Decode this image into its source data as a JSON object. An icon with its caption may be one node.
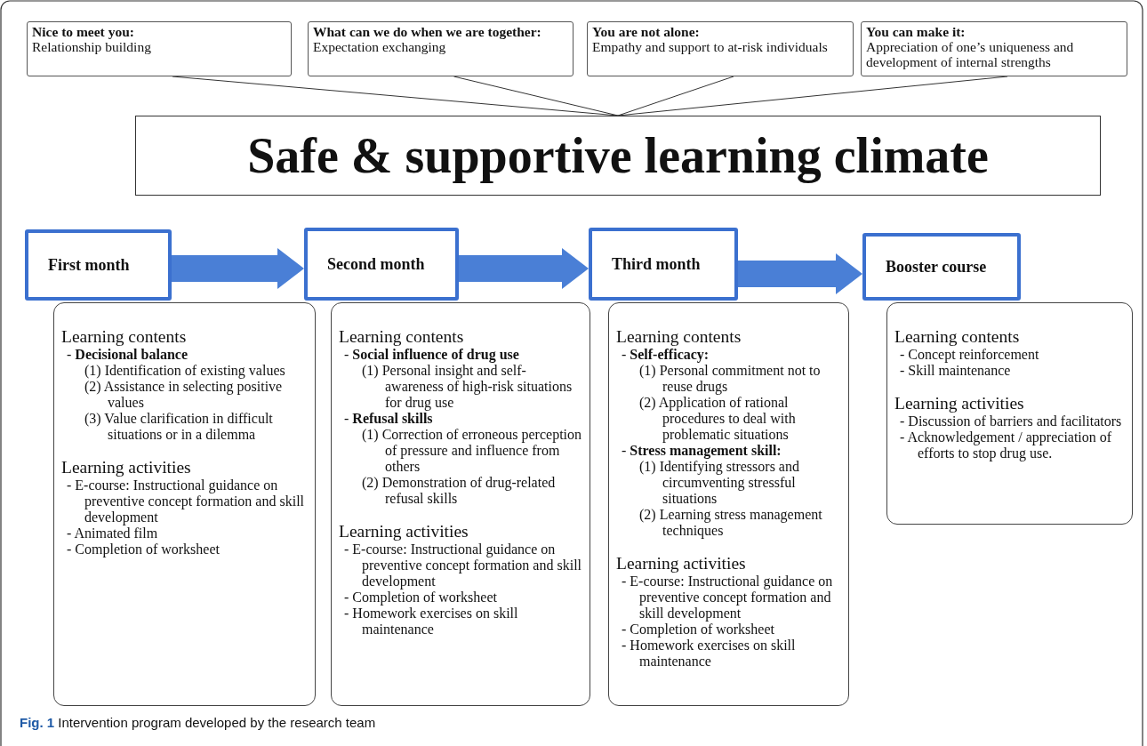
{
  "diagram": {
    "caption": "**Fig. 1** Intervention program developed by the research team",
    "nodes": [
      {
        "text": [
          "Nice to meet you:",
          "Relationship building"
        ]
      },
      {
        "text": [
          "What can we do when we are together:",
          "Expectation exchanging"
        ]
      },
      {
        "text": [
          "You are not alone:",
          "Empathy and support to at-risk individuals"
        ]
      },
      {
        "text": [
          "You can make it:",
          "Appreciation of one’s uniqueness and development of internal strengths"
        ]
      },
      {
        "text": [
          "Safe & supportive learning climate"
        ]
      },
      {
        "text": [
          "First month"
        ]
      },
      {
        "text": [
          "Learning contents",
          "- **Decisional balance**",
          "(1) Identification of existing values",
          "(2) Assistance in selecting positive values",
          "(3) Value clarification in difficult situations or in a dilemma",
          "Learning activities",
          "- E-course: Instructional guidance on preventive concept formation and skill development",
          "- Animated film",
          "- Completion of worksheet"
        ]
      },
      {
        "text": [
          "Second month"
        ]
      },
      {
        "text": [
          "Learning contents",
          "- **Social influence of drug use**",
          "(1) Personal insight and self-awareness of high-risk situations for drug use",
          "- **Refusal skills**",
          "(1) Correction of erroneous perception of pressure and influence from others",
          "(2) Demonstration of drug-related refusal skills",
          "Learning activities",
          "- E-course: Instructional guidance on preventive concept formation and skill development",
          "- Completion of worksheet",
          "- Homework exercises on skill maintenance"
        ]
      },
      {
        "text": [
          "Third month"
        ]
      },
      {
        "text": [
          "Learning contents",
          "- **Self-efficacy:**",
          "(1) Personal commitment not to reuse drugs",
          "(2) Application of rational procedures to deal with problematic situations",
          "- **Stress management skill:**",
          "(1) Identifying stressors and circumventing stressful situations",
          "(2) Learning stress management techniques",
          "Learning activities",
          "- E-course: Instructional guidance on preventive concept formation and skill development",
          "- Completion of worksheet",
          "- Homework exercises on skill maintenance"
        ]
      },
      {
        "text": [
          "Booster course"
        ]
      },
      {
        "text": [
          "Learning contents",
          "- Concept reinforcement",
          "- Skill maintenance",
          "Learning activities",
          "- Discussion of barriers and facilitators",
          "- Acknowledgement / appreciation of efforts to stop drug use."
        ]
      }
    ],
    "edges": [
      {
        "from": 0,
        "to": 4,
        "arrow": "none"
      },
      {
        "from": 1,
        "to": 4,
        "arrow": "none"
      },
      {
        "from": 2,
        "to": 4,
        "arrow": "none"
      },
      {
        "from": 3,
        "to": 4,
        "arrow": "none"
      },
      {
        "from": 5,
        "to": 7,
        "arrow": "to",
        "style": "thick",
        "color": "#4a7fd6"
      },
      {
        "from": 7,
        "to": 9,
        "arrow": "to",
        "style": "thick",
        "color": "#4a7fd6"
      },
      {
        "from": 9,
        "to": 11,
        "arrow": "to",
        "style": "thick",
        "color": "#4a7fd6"
      }
    ]
  }
}
